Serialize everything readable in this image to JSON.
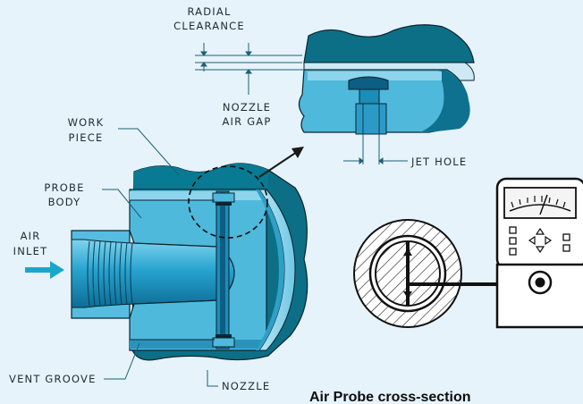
{
  "labels": {
    "radial_clearance_1": "RADIAL",
    "radial_clearance_2": "CLEARANCE",
    "nozzle_air_gap_1": "NOZZLE",
    "nozzle_air_gap_2": "AIR GAP",
    "work_piece_1": "WORK",
    "work_piece_2": "PIECE",
    "probe_body_1": "PROBE",
    "probe_body_2": "BODY",
    "air_inlet_1": "AIR",
    "air_inlet_2": "INLET",
    "jet_hole": "JET HOLE",
    "vent_groove": "VENT GROOVE",
    "nozzle": "NOZZLE"
  },
  "caption": "Air Probe cross-section",
  "colors": {
    "background": "#e6f3fb",
    "probe_light": "#4fb9dc",
    "probe_mid": "#2ea3cc",
    "probe_dark": "#11719a",
    "workpiece": "#0c6f86",
    "workpiece_dark": "#075a6e",
    "outline": "#0b2430",
    "leader": "#1f5f73",
    "arrow": "#1aa6c9"
  },
  "icons": {
    "gauge": "air-gauge-icon",
    "arrow": "flow-arrow-icon"
  }
}
